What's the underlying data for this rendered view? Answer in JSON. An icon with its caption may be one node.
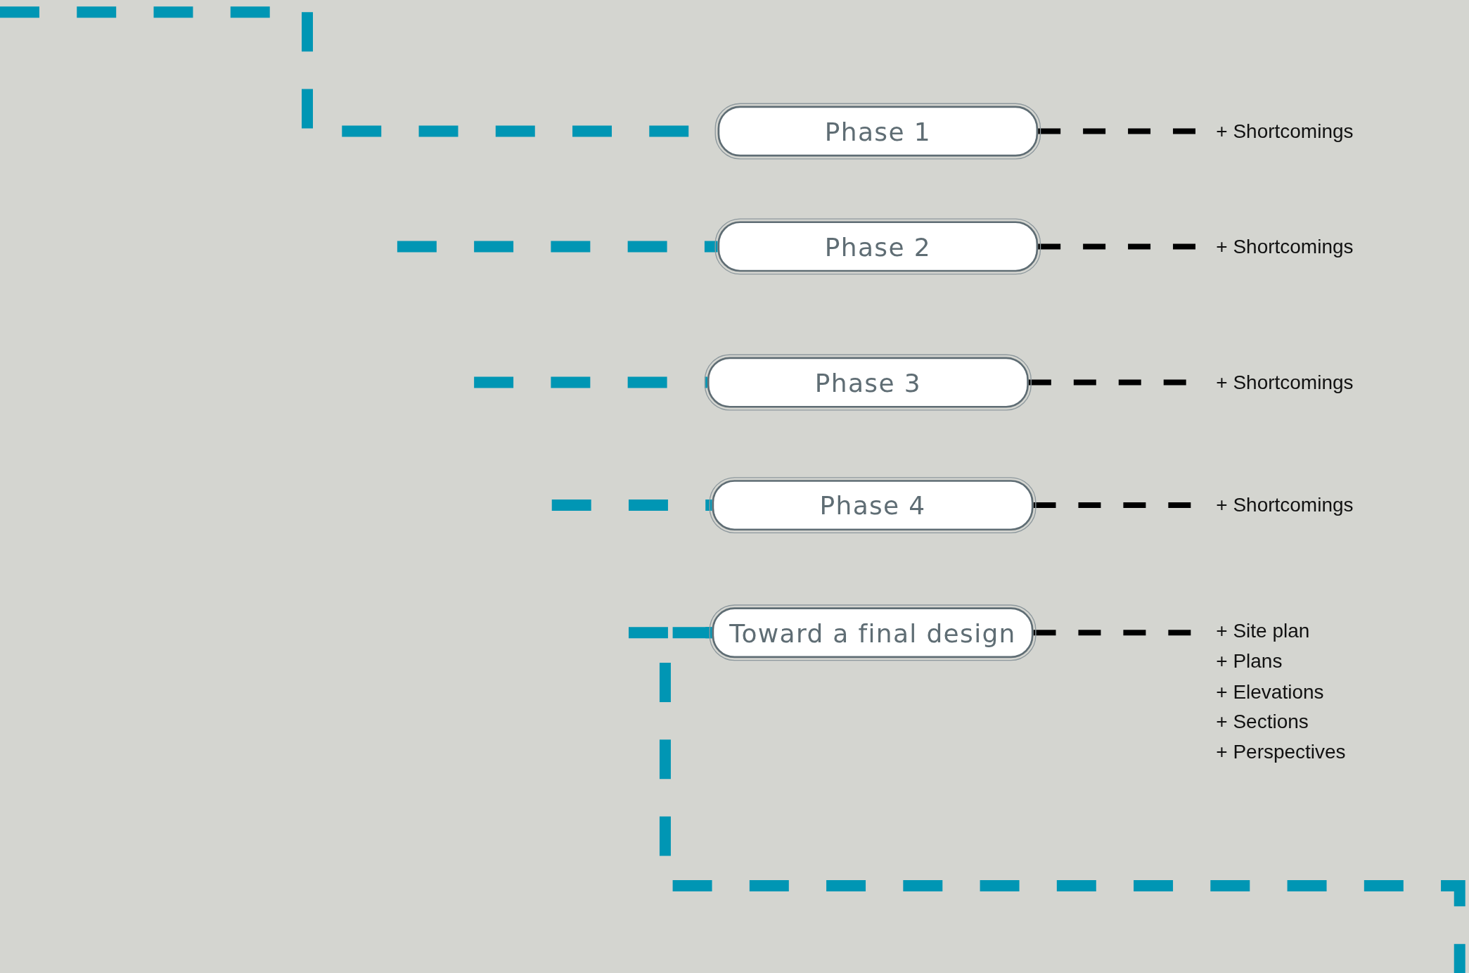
{
  "diagram": {
    "nodes": [
      {
        "text": [
          "Phase 1"
        ]
      },
      {
        "text": [
          "Phase 2"
        ]
      },
      {
        "text": [
          "Phase 3"
        ]
      },
      {
        "text": [
          "Phase 4"
        ]
      },
      {
        "text": [
          "Toward a final design"
        ]
      },
      {
        "text": [
          "+ Shortcomings"
        ]
      },
      {
        "text": [
          "+ Shortcomings"
        ]
      },
      {
        "text": [
          "+ Shortcomings"
        ]
      },
      {
        "text": [
          "+ Shortcomings"
        ]
      },
      {
        "text": [
          "+ Site plan",
          "+ Plans",
          "+ Elevations",
          "+ Sections",
          "+ Perspectives"
        ]
      }
    ],
    "edges": [
      {
        "from": null,
        "to": 0,
        "arrow": "none",
        "style": "dashed",
        "color": "#0096b4"
      },
      {
        "from": null,
        "to": 1,
        "arrow": "none",
        "style": "dashed",
        "color": "#0096b4"
      },
      {
        "from": null,
        "to": 2,
        "arrow": "none",
        "style": "dashed",
        "color": "#0096b4"
      },
      {
        "from": null,
        "to": 3,
        "arrow": "none",
        "style": "dashed",
        "color": "#0096b4"
      },
      {
        "from": null,
        "to": 4,
        "arrow": "none",
        "style": "dashed",
        "color": "#0096b4"
      },
      {
        "from": 4,
        "to": null,
        "arrow": "none",
        "style": "dashed",
        "color": "#0096b4"
      },
      {
        "from": 0,
        "to": 5,
        "arrow": "none",
        "style": "dashed",
        "color": "#000000"
      },
      {
        "from": 1,
        "to": 6,
        "arrow": "none",
        "style": "dashed",
        "color": "#000000"
      },
      {
        "from": 2,
        "to": 7,
        "arrow": "none",
        "style": "dashed",
        "color": "#000000"
      },
      {
        "from": 3,
        "to": 8,
        "arrow": "none",
        "style": "dashed",
        "color": "#000000"
      },
      {
        "from": 4,
        "to": 9,
        "arrow": "none",
        "style": "dashed",
        "color": "#000000"
      }
    ]
  }
}
